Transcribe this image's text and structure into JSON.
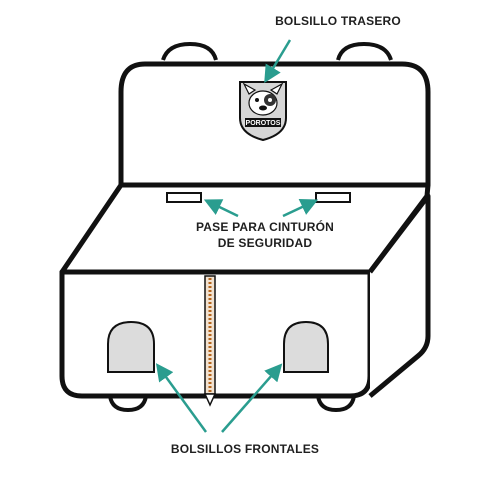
{
  "labels": {
    "back_pocket": "BOLSILLO TRASERO",
    "belt_pass_line1": "PASE PARA CINTURÓN",
    "belt_pass_line2": "DE SEGURIDAD",
    "front_pockets": "BOLSILLOS FRONTALES"
  },
  "logo": {
    "brand": "POROTOS",
    "icon": "french-bulldog-icon"
  },
  "colors": {
    "outline": "#111111",
    "arrow": "#2a9d8f",
    "pocket_fill": "#dcdcdc",
    "zipper": "#b5651d"
  }
}
